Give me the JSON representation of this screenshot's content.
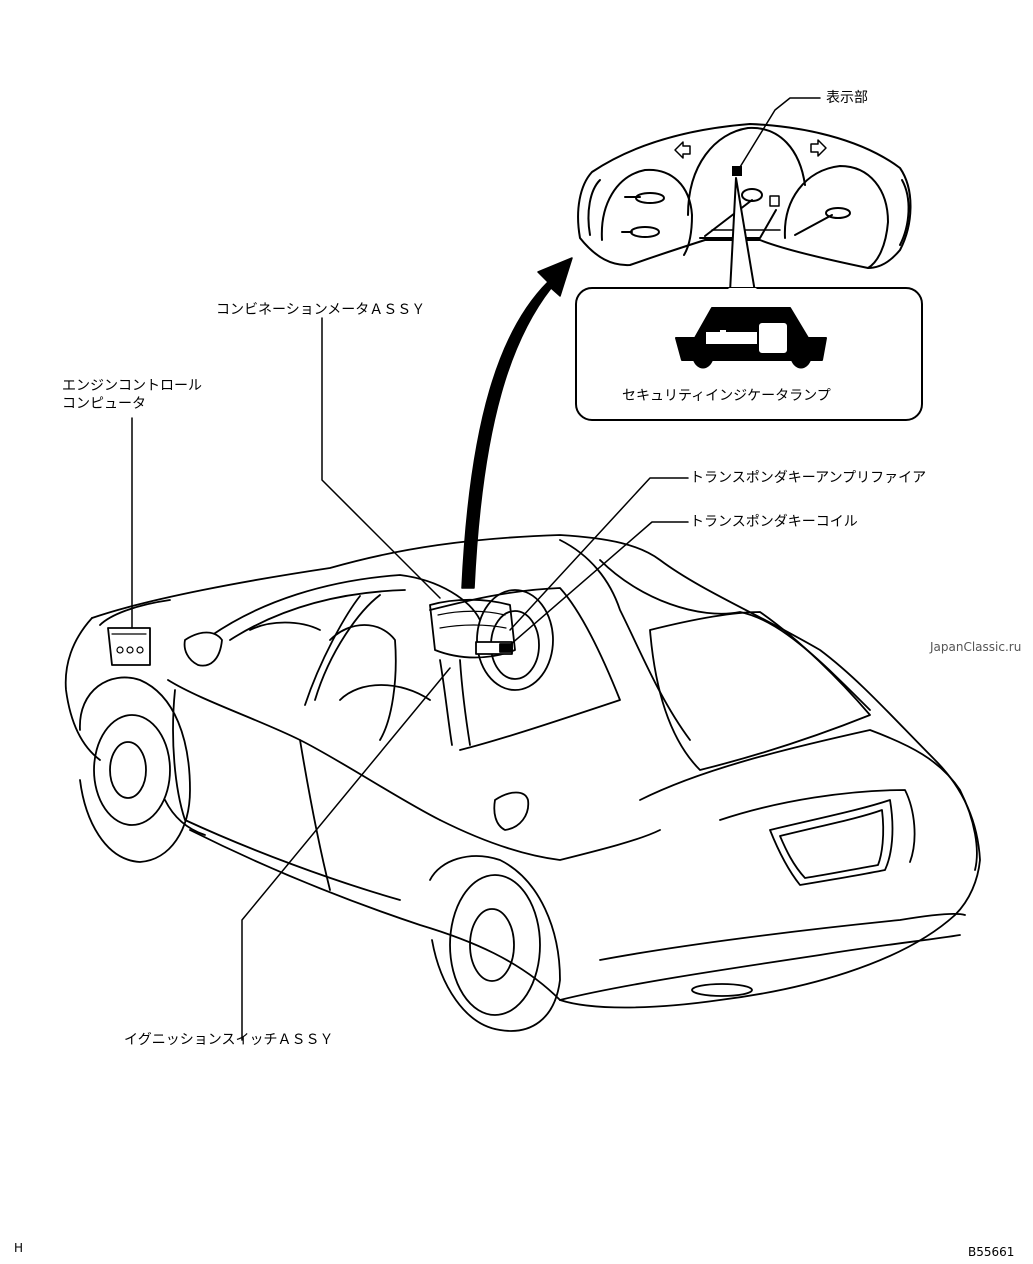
{
  "colors": {
    "line": "#000000",
    "background": "#ffffff",
    "watermark": "#555555"
  },
  "labels": {
    "display_section": "表示部",
    "combination_meter": "コンビネーションメータＡＳＳＹ",
    "engine_computer_line1": "エンジンコントロール",
    "engine_computer_line2": "コンピュータ",
    "security_lamp": "セキュリティインジケータランプ",
    "transponder_amplifier": "トランスポンダキーアンプリファイア",
    "transponder_coil": "トランスポンダキーコイル",
    "ignition_switch": "イグニッションスイッチＡＳＳＹ"
  },
  "watermark": "JapanClassic.ru",
  "corner_left": "H",
  "figure_code": "B55661",
  "icons": [
    "car-key-icon",
    "left-turn-arrow-icon",
    "right-turn-arrow-icon"
  ]
}
